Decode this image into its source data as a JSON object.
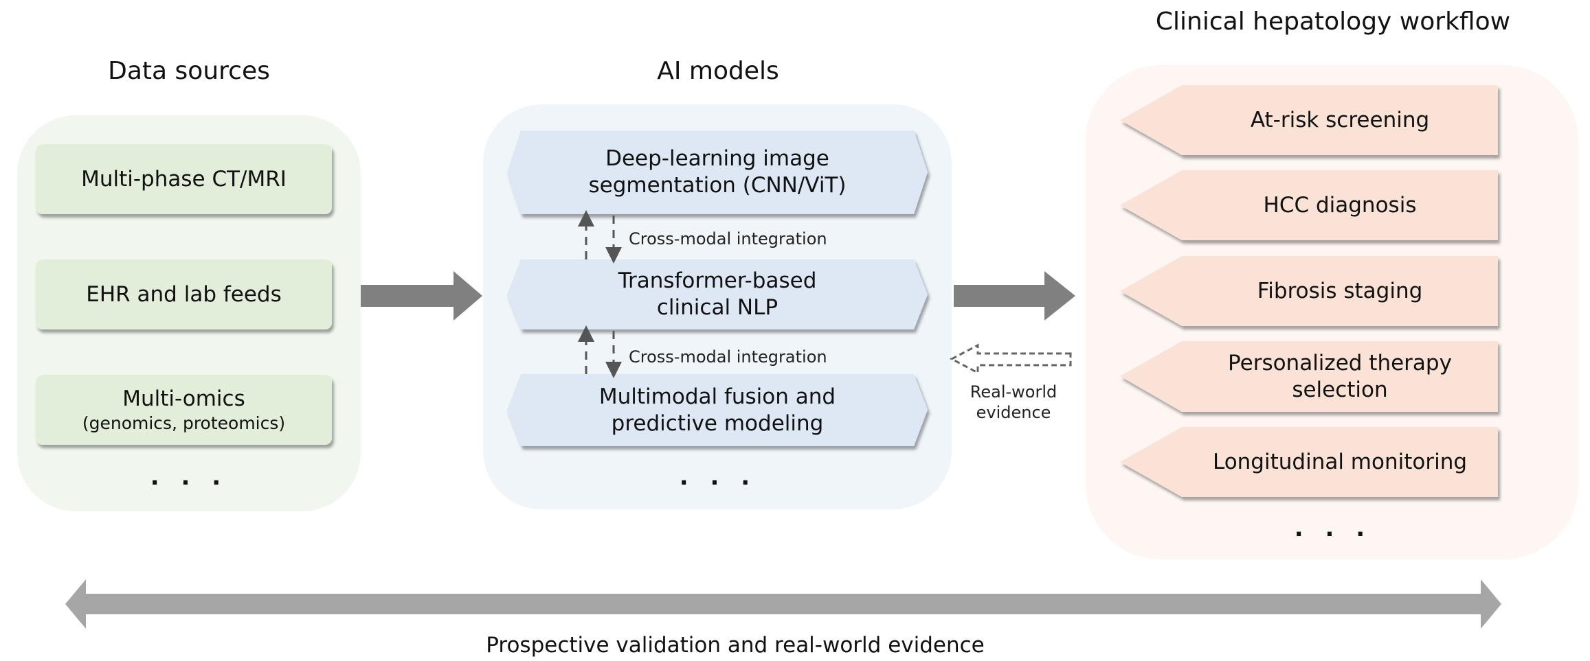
{
  "columns": {
    "data_sources": {
      "title": "Data sources",
      "items": [
        {
          "label": "Multi-phase CT/MRI",
          "sub": ""
        },
        {
          "label": "EHR and lab feeds",
          "sub": ""
        },
        {
          "label": "Multi-omics",
          "sub": "(genomics, proteomics)"
        }
      ],
      "more": ". . ."
    },
    "ai_models": {
      "title": "AI models",
      "items": [
        {
          "line1": "Deep-learning image",
          "line2": "segmentation (CNN/ViT)"
        },
        {
          "line1": "Transformer-based",
          "line2": "clinical NLP"
        },
        {
          "line1": "Multimodal fusion and",
          "line2": "predictive modeling"
        }
      ],
      "links": [
        "Cross-modal integration",
        "Cross-modal integration"
      ],
      "more": ". . ."
    },
    "workflow": {
      "title": "Clinical hepatology workflow",
      "items": [
        {
          "line1": "At-risk screening",
          "line2": ""
        },
        {
          "line1": "HCC diagnosis",
          "line2": ""
        },
        {
          "line1": "Fibrosis staging",
          "line2": ""
        },
        {
          "line1": "Personalized therapy",
          "line2": "selection"
        },
        {
          "line1": "Longitudinal monitoring",
          "line2": ""
        }
      ],
      "more": ". . ."
    }
  },
  "feedback": {
    "line1": "Real-world",
    "line2": "evidence"
  },
  "footer": {
    "label": "Prospective validation and real-world evidence"
  },
  "colors": {
    "green_panel": "#f1f7ef",
    "green_box": "#e2eed9",
    "blue_panel": "#f0f5fa",
    "blue_box": "#dde8f4",
    "peach_panel": "#fdf6f2",
    "peach_box": "#fae3d6",
    "arrow_gray": "#808080",
    "footer_gray": "#a6a6a6"
  }
}
